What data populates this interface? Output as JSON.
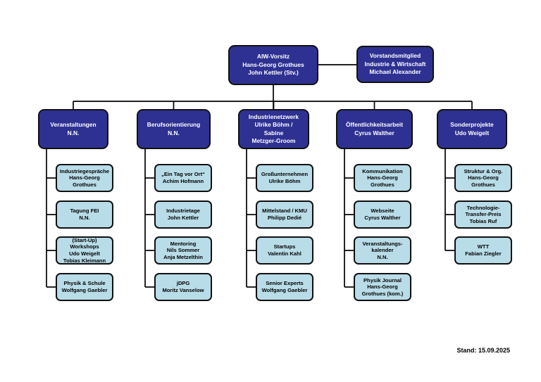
{
  "top": {
    "chair": {
      "lines": [
        "AIW-Vorsitz",
        "Hans-Georg Grothues",
        "John Kettler (Stv.)"
      ]
    },
    "board": {
      "lines": [
        "Vorstandsmitglied",
        "Industrie & Wirtschaft",
        "Michael Alexander"
      ]
    }
  },
  "columns": [
    {
      "title": {
        "lines": [
          "Veranstaltungen",
          "N.N."
        ]
      },
      "children": [
        {
          "lines": [
            "Industriegespräche",
            "Hans-Georg",
            "Grothues"
          ]
        },
        {
          "lines": [
            "Tagung FEI",
            "N.N."
          ]
        },
        {
          "lines": [
            "(Start-Up)",
            "Workshops",
            "Udo Weigelt",
            "Tobias Kleimann"
          ]
        },
        {
          "lines": [
            "Physik & Schule",
            "Wolfgang Gaebler"
          ]
        }
      ]
    },
    {
      "title": {
        "lines": [
          "Berufsorientierung",
          "N.N."
        ]
      },
      "children": [
        {
          "lines": [
            "„Ein Tag vor Ort“",
            "Achim Hofmann"
          ]
        },
        {
          "lines": [
            "Industrietage",
            "John Kettler"
          ]
        },
        {
          "lines": [
            "Mentoring",
            "Nils Sommer",
            "Anja Metzelthin"
          ]
        },
        {
          "lines": [
            "jDPG",
            "Moritz Vanselow"
          ]
        }
      ]
    },
    {
      "title": {
        "lines": [
          "Industrienetzwerk",
          "Ulrike Böhm /",
          "Sabine",
          "Metzger-Groom"
        ]
      },
      "children": [
        {
          "lines": [
            "Großunternehmen",
            "Ulrike Böhm"
          ]
        },
        {
          "lines": [
            "Mittelstand / KMU",
            "Philipp Dedié"
          ]
        },
        {
          "lines": [
            "Startups",
            "Valentin Kahl"
          ]
        },
        {
          "lines": [
            "Senior Experts",
            "Wolfgang Gaebler"
          ]
        }
      ]
    },
    {
      "title": {
        "lines": [
          "Öffentlichkeitsarbeit",
          "Cyrus Walther"
        ]
      },
      "children": [
        {
          "lines": [
            "Kommunikation",
            "Hans-Georg",
            "Grothues"
          ]
        },
        {
          "lines": [
            "Webseite",
            "Cyrus Walther"
          ]
        },
        {
          "lines": [
            "Veranstaltungs-",
            "kalender",
            "N.N."
          ]
        },
        {
          "lines": [
            "Physik Journal",
            "Hans-Georg",
            "Grothues (kom.)"
          ]
        }
      ]
    },
    {
      "title": {
        "lines": [
          "Sonderprojekte",
          "Udo Weigelt"
        ]
      },
      "children": [
        {
          "lines": [
            "Struktur & Org.",
            "Hans-Georg",
            "Grothues"
          ]
        },
        {
          "lines": [
            "Technologie-",
            "Transfer-Preis",
            "Tobias Ruf"
          ]
        },
        {
          "lines": [
            "WTT",
            "Fabian Ziegler"
          ]
        }
      ]
    }
  ],
  "footer": {
    "stand": "Stand: 15.09.2025"
  },
  "colors": {
    "node_dark": "#2e3192",
    "node_light": "#b8dce8",
    "line": "#000000",
    "text_on_dark": "#ffffff",
    "text_on_light": "#000000"
  }
}
